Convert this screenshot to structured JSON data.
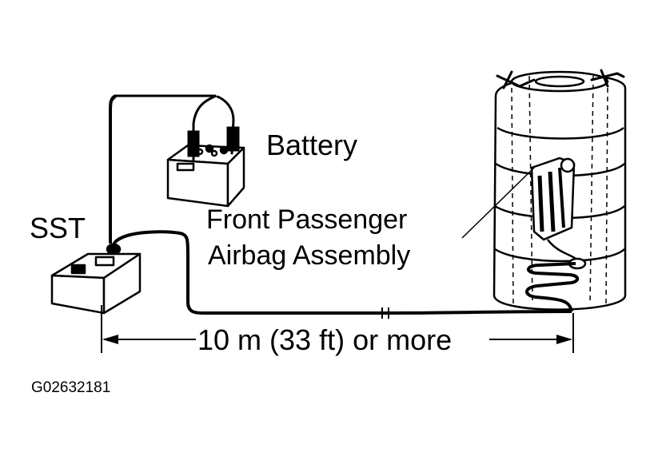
{
  "labels": {
    "battery": "Battery",
    "sst": "SST",
    "airbag_line1": "Front Passenger",
    "airbag_line2": "Airbag Assembly",
    "distance": "10 m (33 ft) or more",
    "figure_id": "G02632181"
  },
  "colors": {
    "ink": "#000000",
    "paper": "#ffffff"
  }
}
